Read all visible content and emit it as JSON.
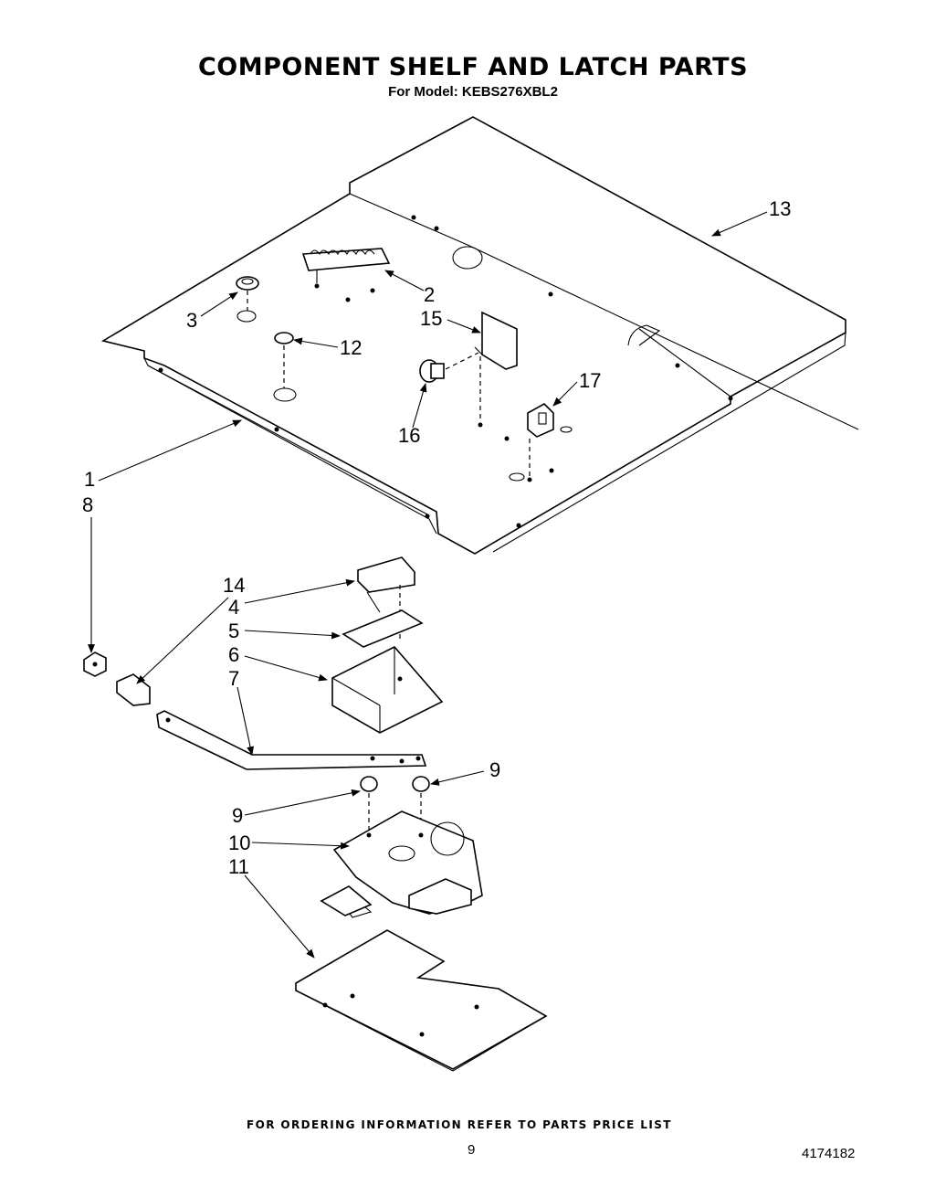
{
  "title": "COMPONENT SHELF AND LATCH PARTS",
  "subtitle": "For Model: KEBS276XBL2",
  "footer": "FOR ORDERING INFORMATION REFER TO PARTS PRICE LIST",
  "page_number": "9",
  "document_number": "4174182",
  "callouts": {
    "c1": "1",
    "c2": "2",
    "c3": "3",
    "c4": "4",
    "c5": "5",
    "c6": "6",
    "c7": "7",
    "c8": "8",
    "c9a": "9",
    "c9b": "9",
    "c10": "10",
    "c11": "11",
    "c12": "12",
    "c13": "13",
    "c14": "14",
    "c15": "15",
    "c16": "16",
    "c17": "17"
  }
}
